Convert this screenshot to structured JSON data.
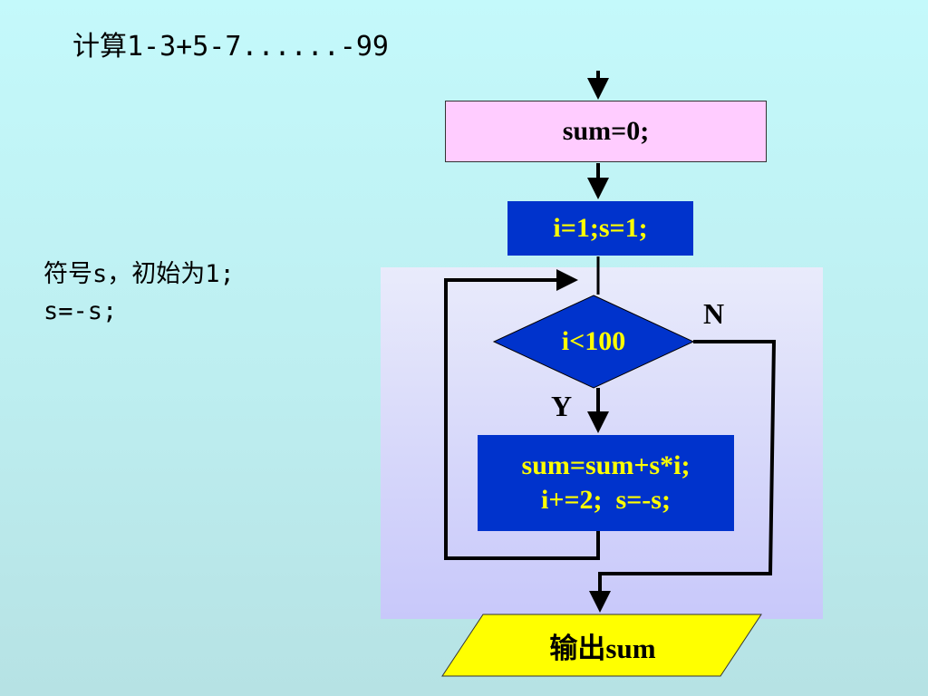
{
  "title": "计算1-3+5-7......-99",
  "notes": {
    "line1": "符号s，初始为1;",
    "line2": "s=-s;"
  },
  "flowchart": {
    "init_sum": "sum=0;",
    "init_vars": "i=1;s=1;",
    "condition": "i<100",
    "branch_no": "N",
    "branch_yes": "Y",
    "body_line1": "sum=sum+s*i;",
    "body_line2": "i+=2;  s=-s;",
    "output": "输出sum"
  },
  "colors": {
    "process_fill": "#0033cc",
    "process_text": "#ffff00",
    "init_fill": "#ffccff",
    "output_fill": "#ffff00",
    "loop_region": "#d6d7fa"
  }
}
